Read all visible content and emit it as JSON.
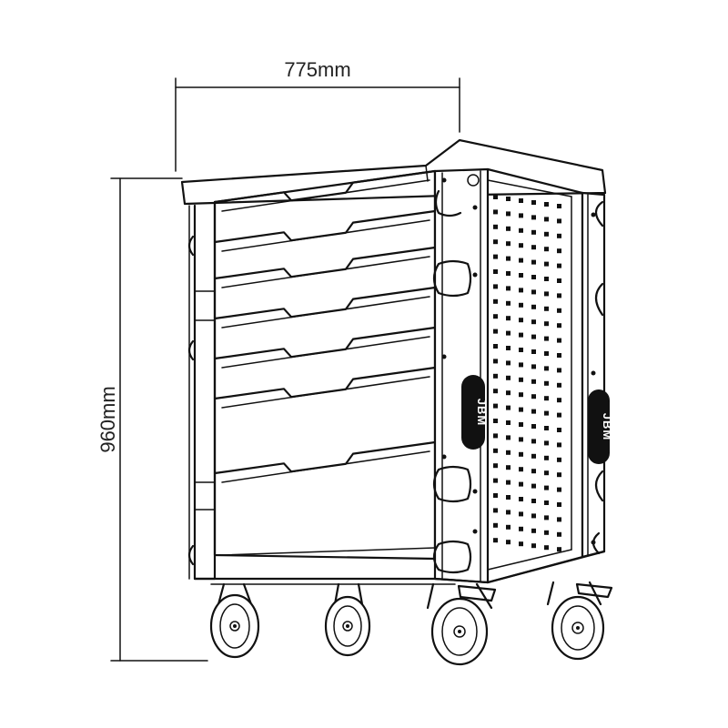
{
  "dimensions": {
    "width_label": "775mm",
    "height_label": "960mm"
  },
  "brand": {
    "logo_text": "JBM"
  },
  "cabinet": {
    "drawer_count": 7,
    "caster_count": 4,
    "line_color": "#111111",
    "background_color": "#ffffff"
  }
}
